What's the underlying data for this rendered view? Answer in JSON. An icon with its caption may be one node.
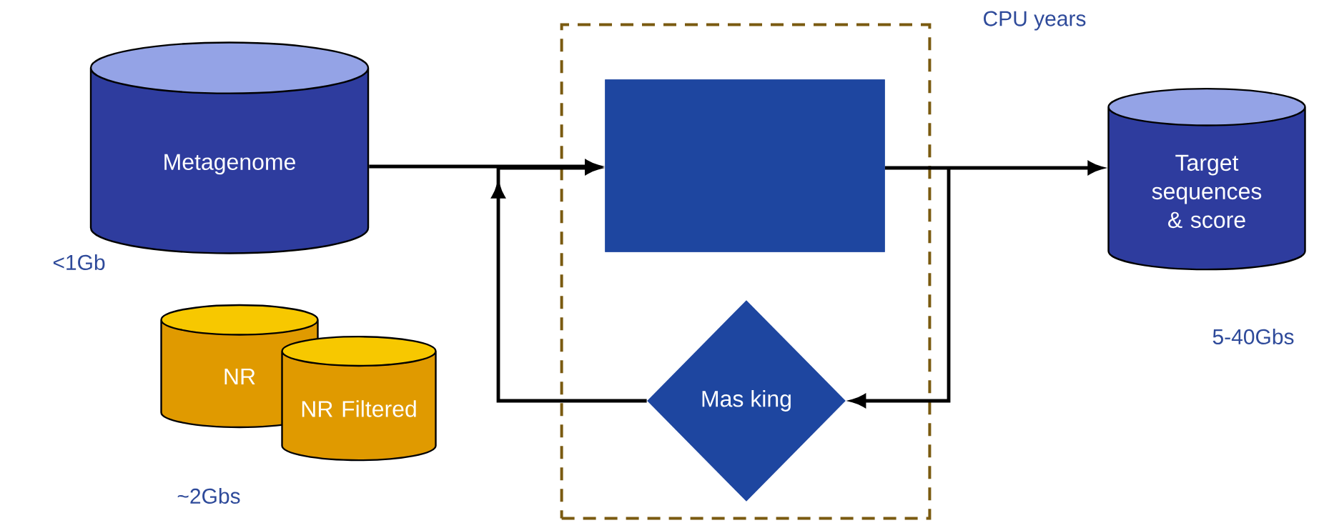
{
  "diagram": {
    "nodes": [
      {
        "text": [
          "Metagenome"
        ],
        "beside": [
          "<1Gb"
        ]
      },
      {
        "text": [],
        "shape": "box"
      },
      {
        "text": [],
        "shape": "box",
        "in": 1
      },
      {
        "text": [
          "Target sequences & score"
        ],
        "beside": [
          "5-40Gbs"
        ]
      },
      {
        "text": [
          "NR"
        ]
      },
      {
        "text": [
          "NR Filtered"
        ]
      },
      {
        "text": [
          "Mas king"
        ],
        "in": 1
      }
    ],
    "edges": [
      {
        "from": 0,
        "to": 2,
        "arrow": "to"
      },
      {
        "from": 2,
        "to": 3,
        "arrow": "to"
      },
      {
        "from": 2,
        "to": 6,
        "arrow": "to"
      },
      {
        "from": 6,
        "to": 2,
        "arrow": "to"
      }
    ],
    "labels": [
      "~2Gbs",
      "CPU years"
    ]
  }
}
